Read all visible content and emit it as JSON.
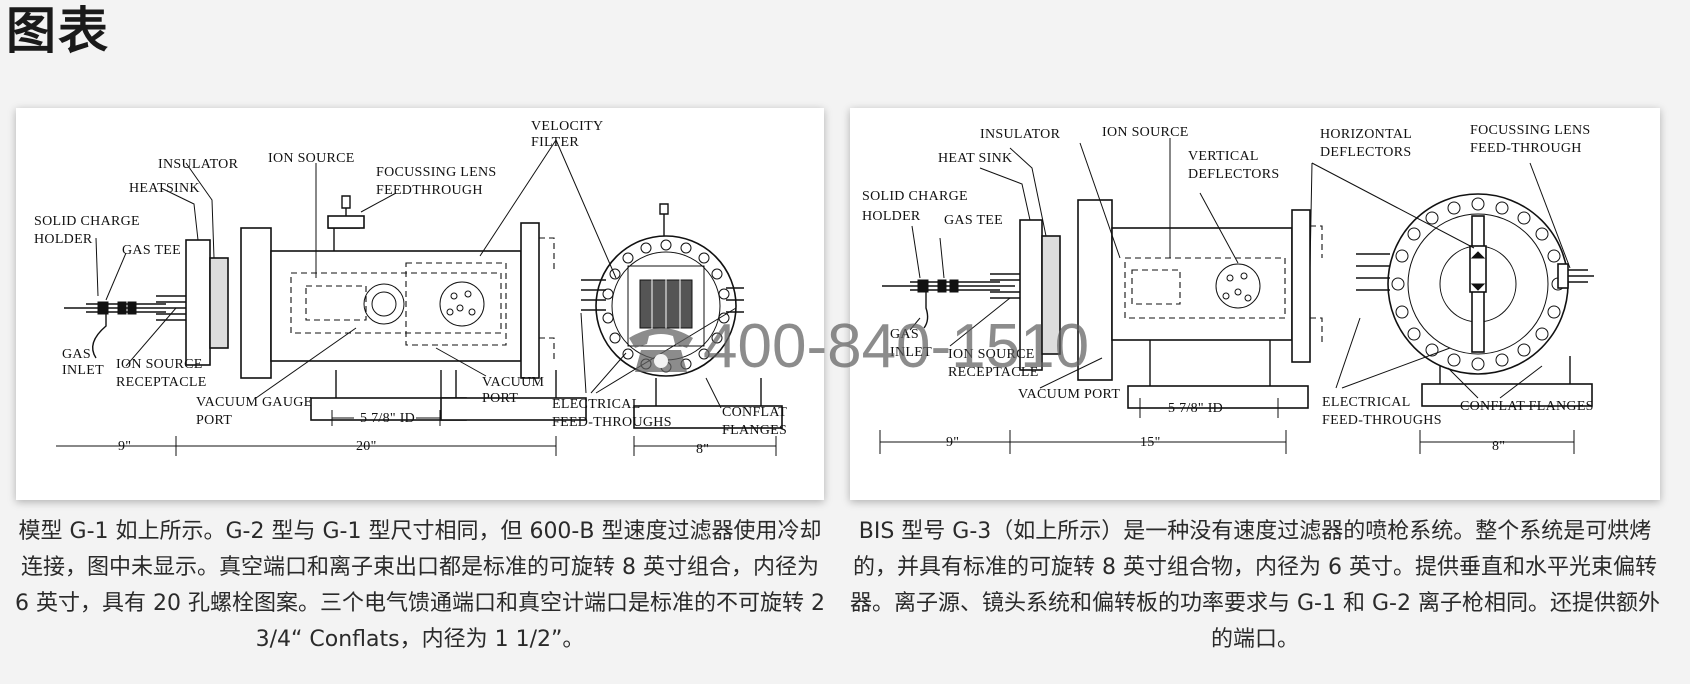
{
  "page": {
    "title": "图表"
  },
  "figures": [
    {
      "labels": {
        "velocity_filter_1": "VELOCITY",
        "velocity_filter_2": "FILTER",
        "insulator": "INSULATOR",
        "ion_source": "ION SOURCE",
        "focussing_1": "FOCUSSING LENS",
        "focussing_2": "FEEDTHROUGH",
        "heatsink": "HEATSINK",
        "solid_1": "SOLID CHARGE",
        "solid_2": "HOLDER",
        "gas_tee": "GAS TEE",
        "gas_inlet_1": "GAS",
        "gas_inlet_2": "INLET",
        "receptacle_1": "ION SOURCE",
        "receptacle_2": "RECEPTACLE",
        "gauge_1": "VACUUM GAUGE",
        "gauge_2": "PORT",
        "vport_1": "VACUUM",
        "vport_2": "PORT",
        "elec_1": "ELECTRICAL",
        "elec_2": "FEED-THROUGHS",
        "conflat_1": "CONFLAT",
        "conflat_2": "FLANGES",
        "dim_id": "5 7/8\" ID",
        "dim_9": "9\"",
        "dim_20": "20\"",
        "dim_8": "8\""
      },
      "caption": "模型 G-1 如上所示。G-2 型与 G-1 型尺寸相同，但 600-B 型速度过滤器使用冷却连接，图中未显示。真空端口和离子束出口都是标准的可旋转 8 英寸组合，内径为 6 英寸，具有 20 孔螺栓图案。三个电气馈通端口和真空计端口是标准的不可旋转 2 3/4“ Conflats，内径为 1 1/2”。"
    },
    {
      "labels": {
        "insulator": "INSULATOR",
        "ion_source": "ION SOURCE",
        "heat_sink": "HEAT SINK",
        "vdef_1": "VERTICAL",
        "vdef_2": "DEFLECTORS",
        "hdef_1": "HORIZONTAL",
        "hdef_2": "DEFLECTORS",
        "focus_1": "FOCUSSING LENS",
        "focus_2": "FEED-THROUGH",
        "solid_1": "SOLID CHARGE",
        "solid_2": "HOLDER",
        "gas_tee": "GAS TEE",
        "gas_inlet_1": "GAS",
        "gas_inlet_2": "INLET",
        "receptacle_1": "ION SOURCE",
        "receptacle_2": "RECEPTACLE",
        "vport": "VACUUM PORT",
        "elec_1": "ELECTRICAL",
        "elec_2": "FEED-THROUGHS",
        "conflat": "CONFLAT FLANGES",
        "dim_id": "5 7/8\" ID",
        "dim_9": "9\"",
        "dim_15": "15\"",
        "dim_8": "8\""
      },
      "caption": "BIS 型号 G-3（如上所示）是一种没有速度过滤器的喷枪系统。整个系统是可烘烤的，并具有标准的可旋转 8 英寸组合物，内径为 6 英寸。提供垂直和水平光束偏转器。离子源、镜头系统和偏转板的功率要求与 G-1 和 G-2 离子枪相同。还提供额外的端口。"
    }
  ],
  "watermark": {
    "text": "400-840-1510",
    "icon": "phone-icon"
  }
}
